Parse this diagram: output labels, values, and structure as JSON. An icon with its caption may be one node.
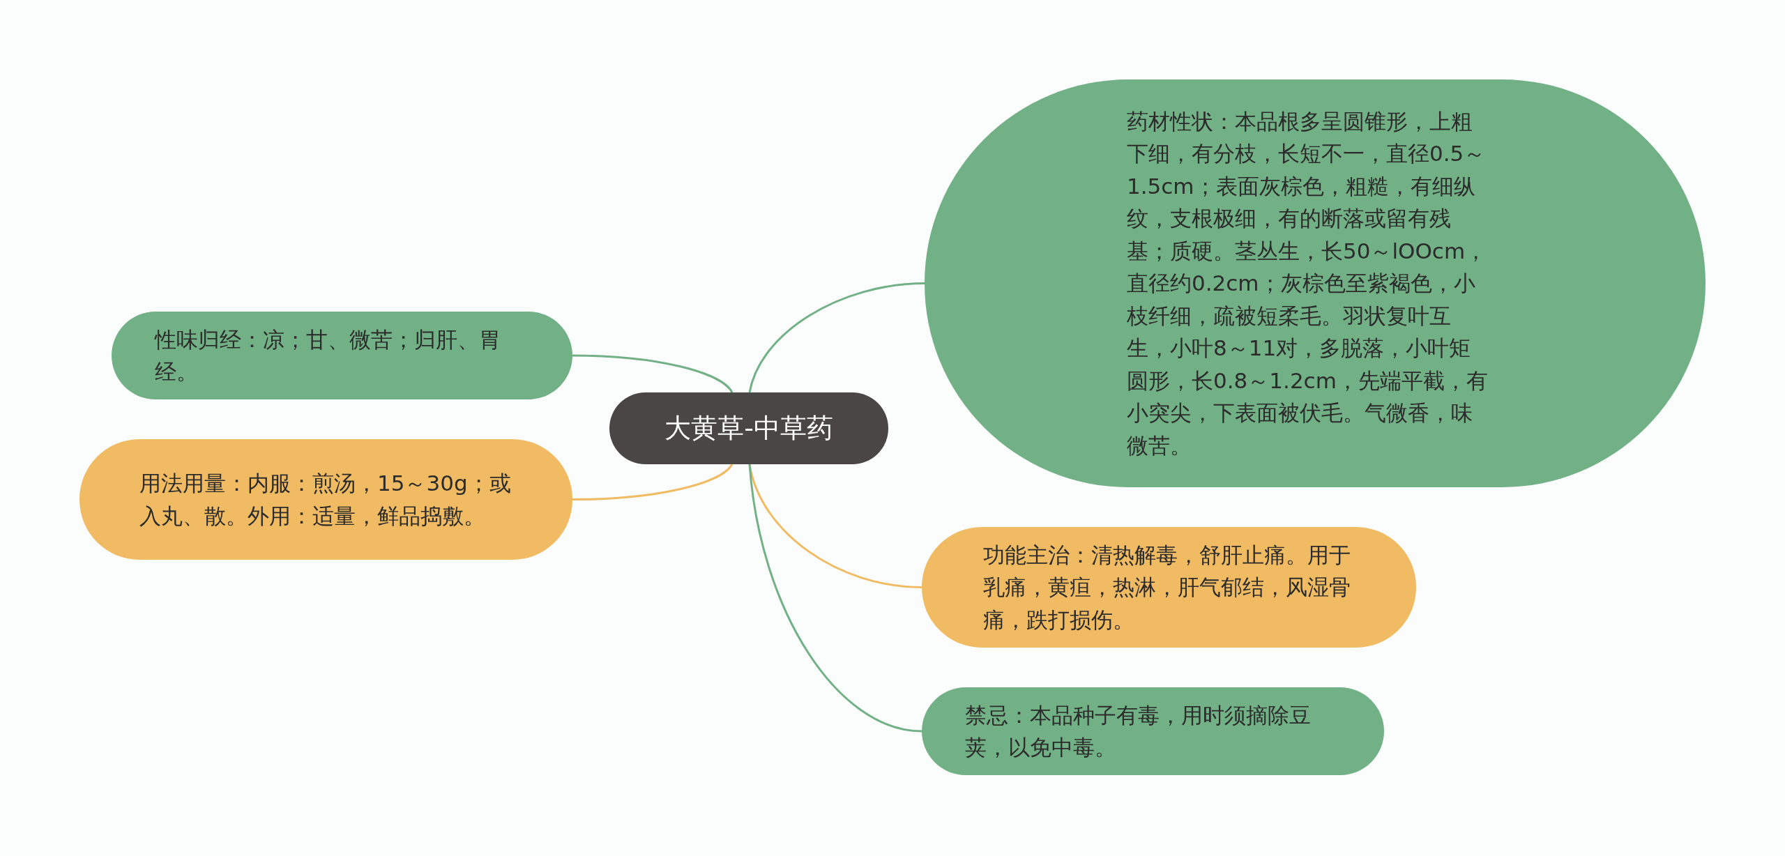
{
  "diagram": {
    "nodes": [
      {
        "text": [
          "大黄草-中草药"
        ]
      },
      {
        "text": [
          "药材性状：本品根多呈圆锥形，上粗下细，有分枝，长短不一，直径0.5～1.5cm；表面灰棕色，粗糙，有细纵纹，支根极细，有的断落或留有残基；质硬。茎丛生，长50～lOOcm，直径约0.2cm；灰棕色至紫褐色，小枝纤细，疏被短柔毛。羽状复叶互生，小叶8～11对，多脱落，小叶矩圆形，长0.8～1.2cm，先端平截，有小突尖，下表面被伏毛。气微香，味微苦。"
        ]
      },
      {
        "text": [
          "性味归经：凉；甘、微苦；归肝、胃经。"
        ]
      },
      {
        "text": [
          "用法用量：内服：煎汤，15～30g；或入丸、散。外用：适量，鲜品捣敷。"
        ]
      },
      {
        "text": [
          "功能主治：清热解毒，舒肝止痛。用于乳痛，黄疸，热淋，肝气郁结，风湿骨痛，跌打损伤。"
        ]
      },
      {
        "text": [
          "禁忌：本品种子有毒，用时须摘除豆荚，以免中毒。"
        ]
      }
    ],
    "edges": [
      {
        "from": 0,
        "to": 1,
        "arrow": "none"
      },
      {
        "from": 0,
        "to": 2,
        "arrow": "none"
      },
      {
        "from": 0,
        "to": 3,
        "arrow": "none",
        "color": "#f0bb63"
      },
      {
        "from": 0,
        "to": 4,
        "arrow": "none",
        "color": "#f0bb63"
      },
      {
        "from": 0,
        "to": 5,
        "arrow": "none"
      }
    ]
  }
}
